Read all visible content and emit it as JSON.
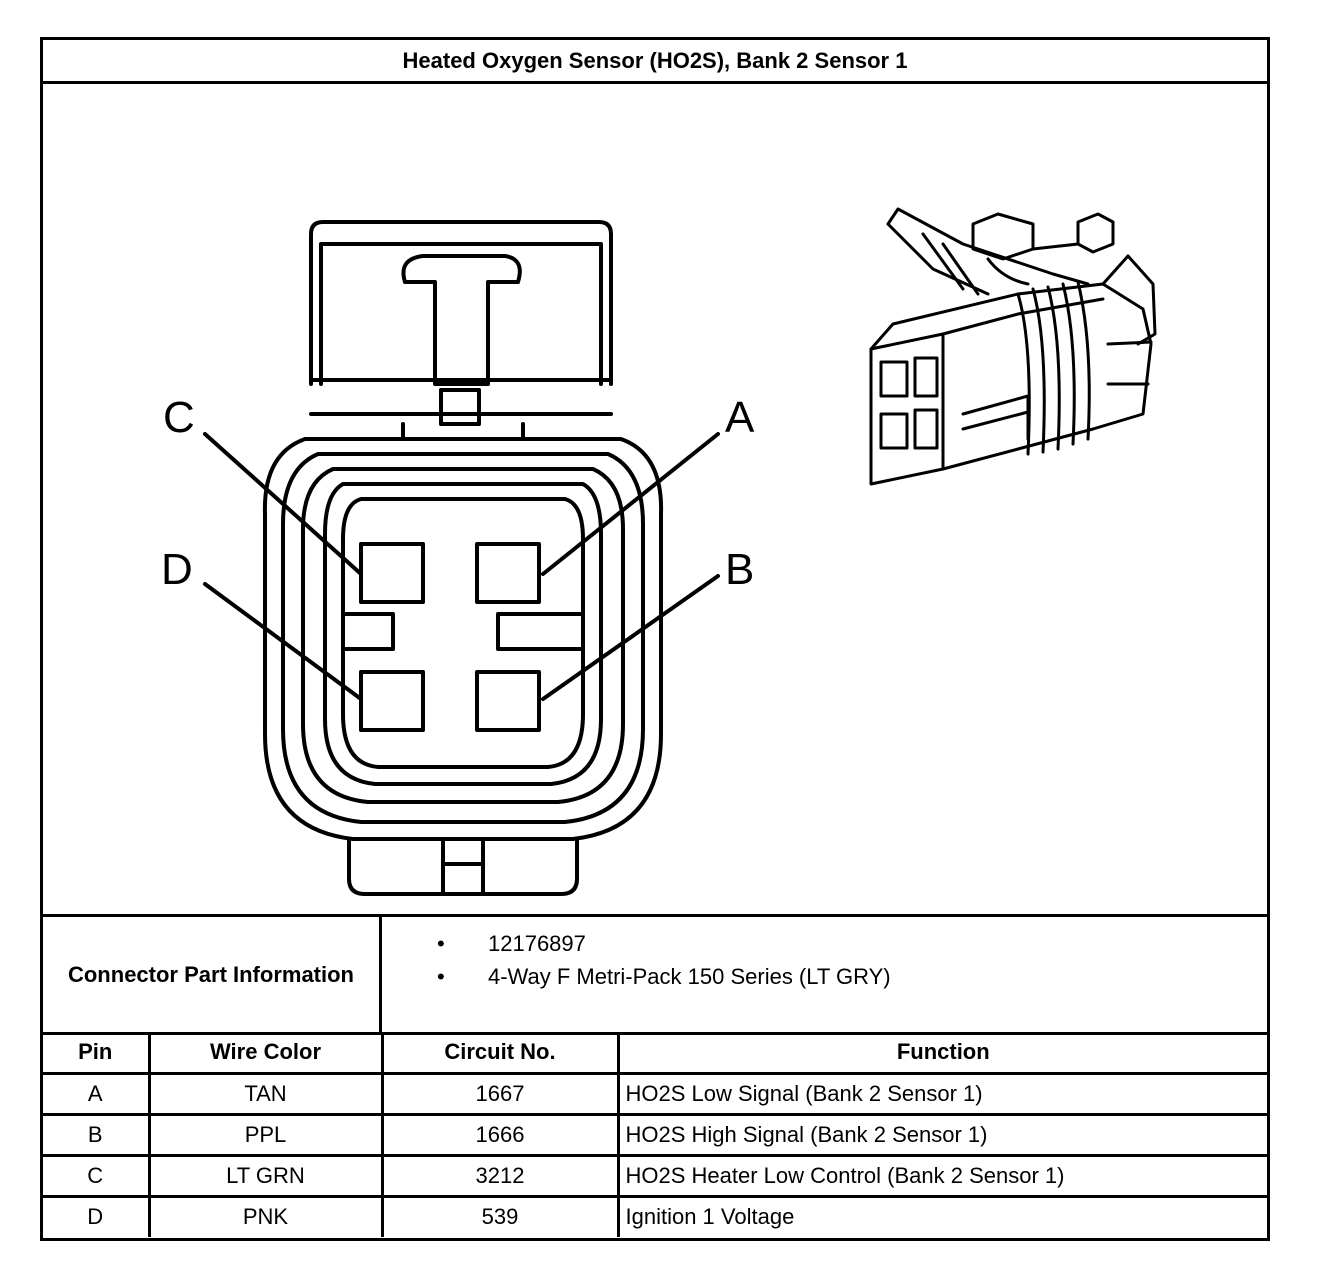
{
  "title": "Heated Oxygen Sensor (HO2S), Bank 2 Sensor 1",
  "diagram": {
    "pin_labels": {
      "A": "A",
      "B": "B",
      "C": "C",
      "D": "D"
    },
    "connector_front_icon": "connector-front-view-icon",
    "connector_iso_icon": "connector-isometric-view-icon"
  },
  "connector_info": {
    "label": "Connector Part Information",
    "items": [
      "12176897",
      "4-Way F Metri-Pack 150 Series (LT GRY)"
    ],
    "bullet": "•"
  },
  "pin_table": {
    "headers": {
      "pin": "Pin",
      "wire_color": "Wire Color",
      "circuit": "Circuit No.",
      "function": "Function"
    },
    "rows": [
      {
        "pin": "A",
        "wire_color": "TAN",
        "circuit": "1667",
        "function": "HO2S Low Signal (Bank 2 Sensor 1)"
      },
      {
        "pin": "B",
        "wire_color": "PPL",
        "circuit": "1666",
        "function": "HO2S High Signal (Bank 2 Sensor 1)"
      },
      {
        "pin": "C",
        "wire_color": "LT GRN",
        "circuit": "3212",
        "function": "HO2S Heater Low Control (Bank 2 Sensor 1)"
      },
      {
        "pin": "D",
        "wire_color": "PNK",
        "circuit": "539",
        "function": "Ignition 1 Voltage"
      }
    ]
  }
}
